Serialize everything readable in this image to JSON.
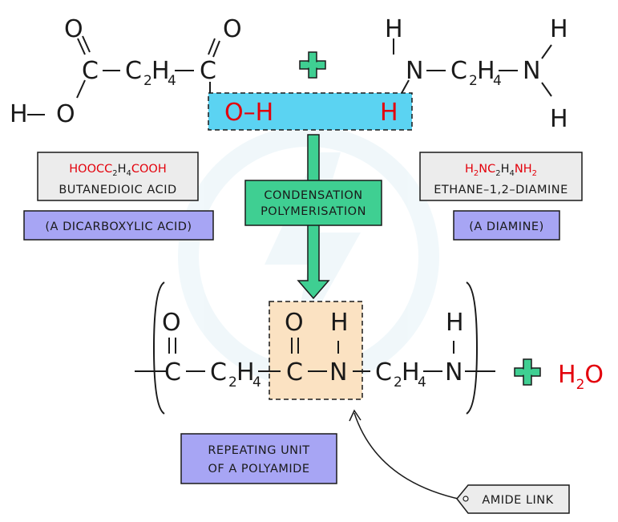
{
  "reactants": {
    "acid_formula": [
      "HOOCC",
      "2",
      "H",
      "4",
      "COOH"
    ],
    "acid_name": "BUTANEDIOIC ACID",
    "acid_class": "(A DICARBOXYLIC ACID)",
    "amine_formula": [
      "H",
      "2",
      "NC",
      "2",
      "H",
      "4",
      "NH",
      "2"
    ],
    "amine_name": "ETHANE–1,2–DIAMINE",
    "amine_class": "(A DIAMINE)"
  },
  "process": {
    "line1": "CONDENSATION",
    "line2": "POLYMERISATION"
  },
  "product": {
    "water": "H",
    "water_sub": "2",
    "water_o": "O",
    "repeating_unit_line1": "REPEATING UNIT",
    "repeating_unit_line2": "OF A POLYAMIDE",
    "amide_link": "AMIDE LINK"
  },
  "atoms": {
    "O": "O",
    "C": "C",
    "H": "H",
    "N": "N",
    "OH": "O–H",
    "C2": "C",
    "two": "2",
    "H4": "H",
    "four": "4"
  },
  "colors": {
    "red": "#e3000b",
    "cyan": "#5bd3f2",
    "green": "#3fcf92",
    "peach": "#fbe2c2",
    "purple": "#a7a5f4",
    "grey_box": "#ececec"
  }
}
